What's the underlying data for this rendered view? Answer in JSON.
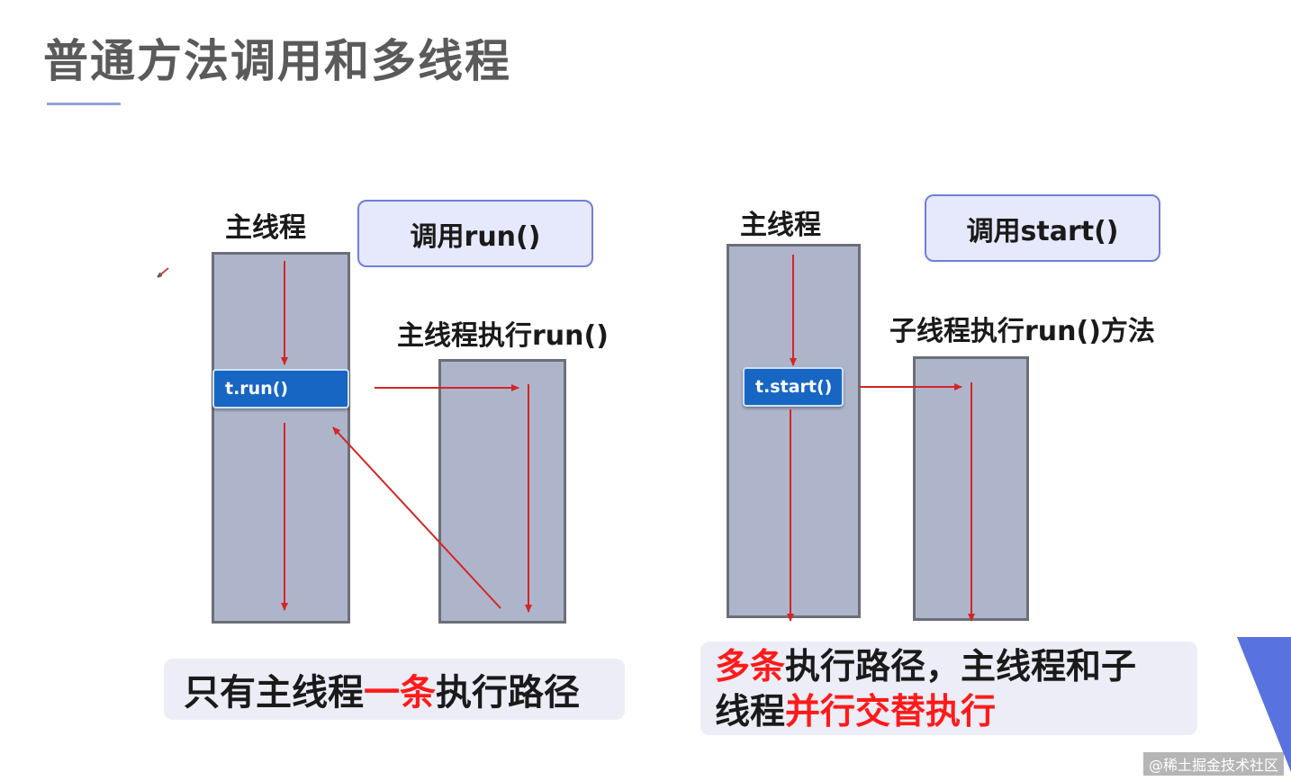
{
  "title": "普通方法调用和多线程",
  "left": {
    "main_thread_label": "主线程",
    "call_box": "调用run()",
    "sub_label": "主线程执行run()",
    "call_button": "t.run()",
    "caption": {
      "part1": "只有主线程",
      "highlight": "一条",
      "part2": "执行路径"
    }
  },
  "right": {
    "main_thread_label": "主线程",
    "call_box": "调用start()",
    "sub_label": "子线程执行run()方法",
    "call_button": "t.start()",
    "caption": {
      "line1_highlight": "多条",
      "line1_rest": "执行路径，主线程和子",
      "line2_start": "线程",
      "line2_highlight": "并行交替执行"
    }
  },
  "watermark": "@稀土掘金技术社区",
  "colors": {
    "arrow": "#d42525",
    "highlight": "#ff1a1a",
    "button": "#1766c4",
    "bar": "#aeb5cb"
  },
  "icons": [
    "pen-icon",
    "arrow-icon"
  ]
}
